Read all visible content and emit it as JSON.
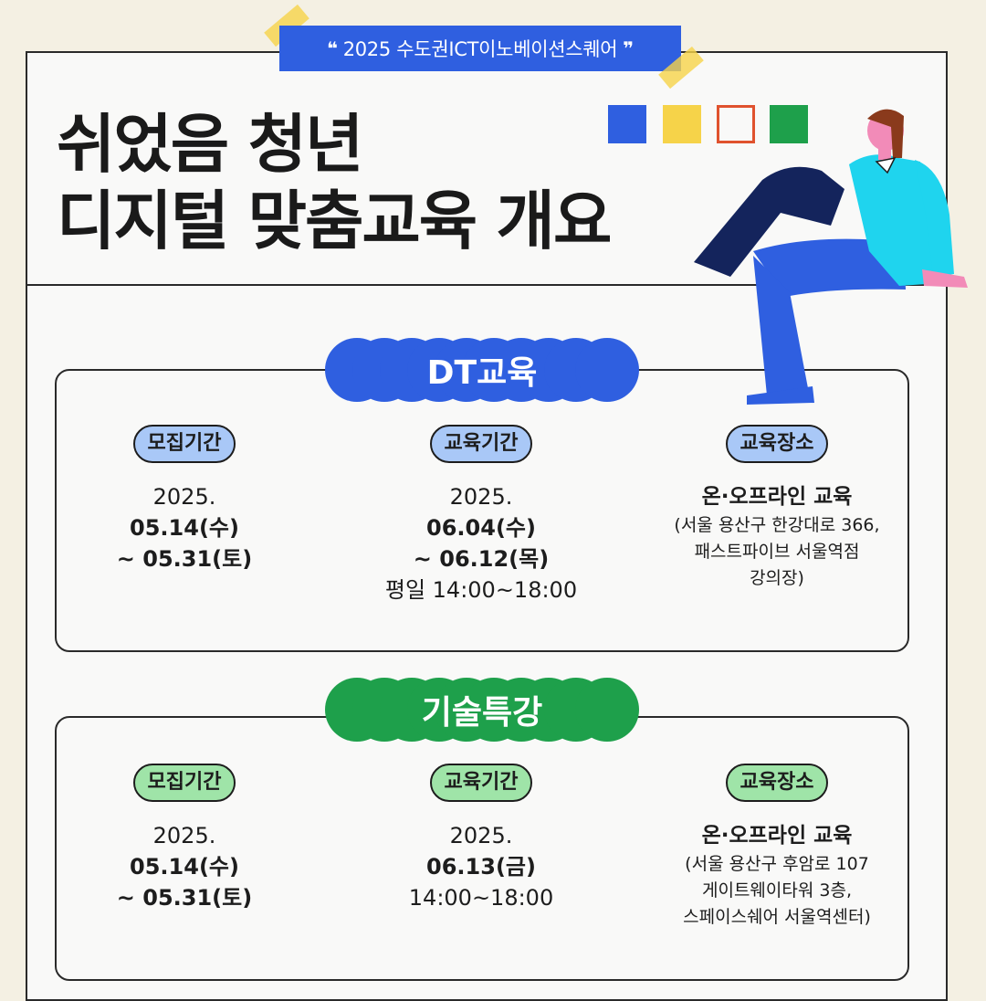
{
  "banner": {
    "text": "2025 수도권ICT이노베이션스퀘어",
    "open_quote": "❝",
    "close_quote": "❞"
  },
  "title": {
    "line1": "쉬었음 청년",
    "line2": "디지털 맞춤교육 개요"
  },
  "colors": {
    "blue": "#2f5fe0",
    "yellow": "#f6d349",
    "orange": "#e0522e",
    "green": "#1ea04b",
    "light_blue_tag": "#a9c8f7",
    "light_green_tag": "#9fe4a8"
  },
  "sections": [
    {
      "title": "DT교육",
      "recruit": {
        "label": "모집기간",
        "year": "2025.",
        "start": "05.14(수)",
        "end": "~ 05.31(토)"
      },
      "education": {
        "label": "교육기간",
        "year": "2025.",
        "start": "06.04(수)",
        "end": "~ 06.12(목)",
        "time": "평일 14:00~18:00"
      },
      "venue": {
        "label": "교육장소",
        "type": "온·오프라인 교육",
        "address_1": "(서울 용산구 한강대로 366,",
        "address_2": "패스트파이브 서울역점",
        "address_3": "강의장)"
      }
    },
    {
      "title": "기술특강",
      "recruit": {
        "label": "모집기간",
        "year": "2025.",
        "start": "05.14(수)",
        "end": "~ 05.31(토)"
      },
      "education": {
        "label": "교육기간",
        "year": "2025.",
        "date": "06.13(금)",
        "time": "14:00~18:00"
      },
      "venue": {
        "label": "교육장소",
        "type": "온·오프라인 교육",
        "address_1": "(서울 용산구 후암로 107",
        "address_2": "게이트웨이타워 3층,",
        "address_3": "스페이스쉐어 서울역센터)"
      }
    }
  ]
}
